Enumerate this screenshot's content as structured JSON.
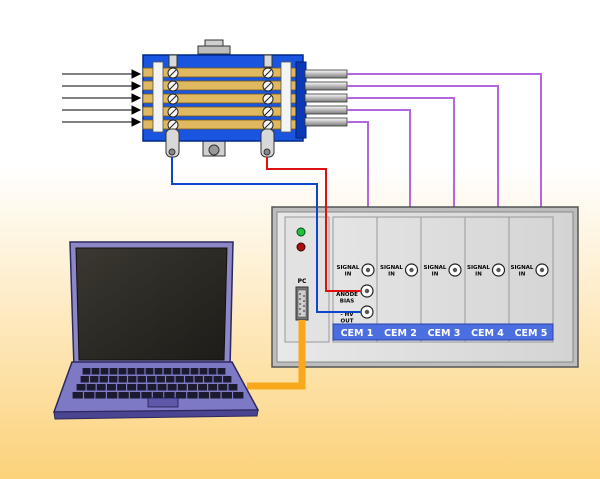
{
  "diagram": {
    "pc_label": "PC",
    "channels": [
      {
        "label": "CEM 1",
        "signal": "SIGNAL\nIN"
      },
      {
        "label": "CEM 2",
        "signal": "SIGNAL\nIN"
      },
      {
        "label": "CEM 3",
        "signal": "SIGNAL\nIN"
      },
      {
        "label": "CEM 4",
        "signal": "SIGNAL\nIN"
      },
      {
        "label": "CEM 5",
        "signal": "SIGNAL\nIN"
      }
    ],
    "anode_bias": "ANODE\nBIAS",
    "hv_out": "- HV\nOUT",
    "colors": {
      "background_top": "#ffffff",
      "background_bottom": "#fcd27a",
      "detector_body": "#1a55e0",
      "detector_stripe": "#e0b860",
      "signal_wire": "#b366e0",
      "anode_wire": "#dd1111",
      "hv_wire": "#1144cc",
      "pc_cable": "#f7a81b",
      "led_green": "#1fc23a",
      "led_red": "#aa0f0f",
      "cem_strip": "#4b6fe0"
    }
  }
}
